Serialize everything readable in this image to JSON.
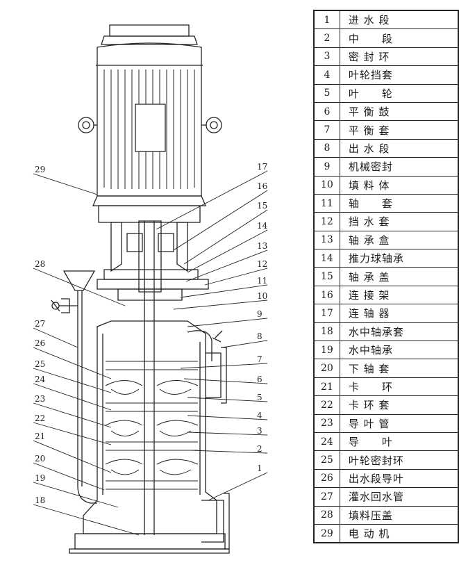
{
  "parts": [
    {
      "no": "1",
      "name": "进 水 段"
    },
    {
      "no": "2",
      "name": "中　　段"
    },
    {
      "no": "3",
      "name": "密 封 环"
    },
    {
      "no": "4",
      "name": "叶轮挡套"
    },
    {
      "no": "5",
      "name": "叶　　轮"
    },
    {
      "no": "6",
      "name": "平 衡 鼓"
    },
    {
      "no": "7",
      "name": "平 衡 套"
    },
    {
      "no": "8",
      "name": "出 水 段"
    },
    {
      "no": "9",
      "name": "机械密封"
    },
    {
      "no": "10",
      "name": "填 料 体"
    },
    {
      "no": "11",
      "name": "轴　　套"
    },
    {
      "no": "12",
      "name": "挡 水 套"
    },
    {
      "no": "13",
      "name": "轴 承 盒"
    },
    {
      "no": "14",
      "name": "推力球轴承"
    },
    {
      "no": "15",
      "name": "轴 承 盖"
    },
    {
      "no": "16",
      "name": "连 接 架"
    },
    {
      "no": "17",
      "name": "连 轴 器"
    },
    {
      "no": "18",
      "name": "水中轴承套"
    },
    {
      "no": "19",
      "name": "水中轴承"
    },
    {
      "no": "20",
      "name": "下 轴 套"
    },
    {
      "no": "21",
      "name": "卡　　环"
    },
    {
      "no": "22",
      "name": "卡 环 套"
    },
    {
      "no": "23",
      "name": "导 叶 管"
    },
    {
      "no": "24",
      "name": "导　　叶"
    },
    {
      "no": "25",
      "name": "叶轮密封环"
    },
    {
      "no": "26",
      "name": "出水段导叶"
    },
    {
      "no": "27",
      "name": "灌水回水管"
    },
    {
      "no": "28",
      "name": "填料压盖"
    },
    {
      "no": "29",
      "name": "电 动 机"
    }
  ],
  "callouts_right": [
    "17",
    "16",
    "15",
    "14",
    "13",
    "12",
    "11",
    "10",
    "9",
    "8",
    "7",
    "6",
    "5",
    "4",
    "3",
    "2",
    "1"
  ],
  "callouts_left": [
    "29",
    "28",
    "27",
    "26",
    "25",
    "24",
    "23",
    "22",
    "21",
    "20",
    "19",
    "18"
  ]
}
